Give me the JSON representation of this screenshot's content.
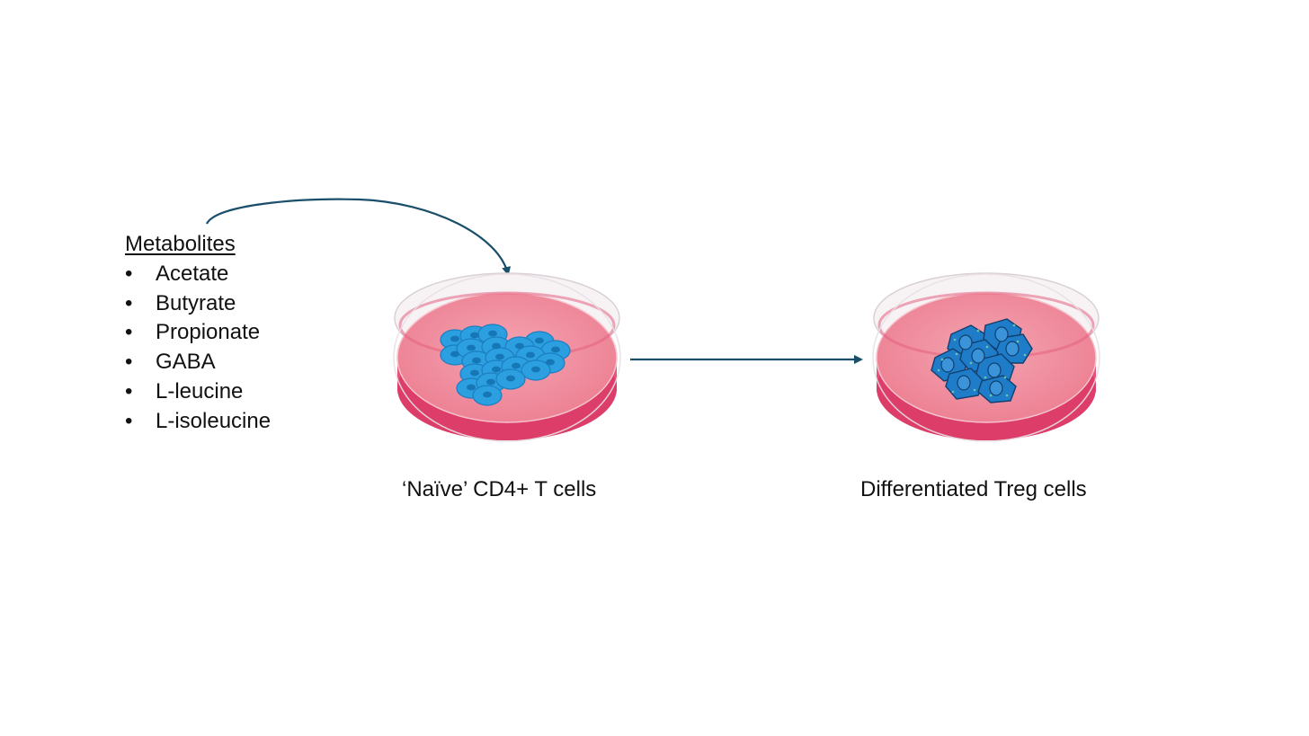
{
  "metabolites": {
    "heading": "Metabolites",
    "bullet": "•",
    "items": [
      "Acetate",
      "Butyrate",
      "Propionate",
      "GABA",
      "L-leucine",
      "L-isoleucine"
    ]
  },
  "dishes": {
    "naive_label": "‘Naïve’ CD4+ T cells",
    "treg_label": "Differentiated Treg cells"
  },
  "colors": {
    "arrow": "#1a4f6b",
    "dish_medium": "#ef8a9a",
    "dish_wall": "#e0456e",
    "cell_fill": "#2b9fe0",
    "treg_cell_fill": "#1f7cc9"
  }
}
